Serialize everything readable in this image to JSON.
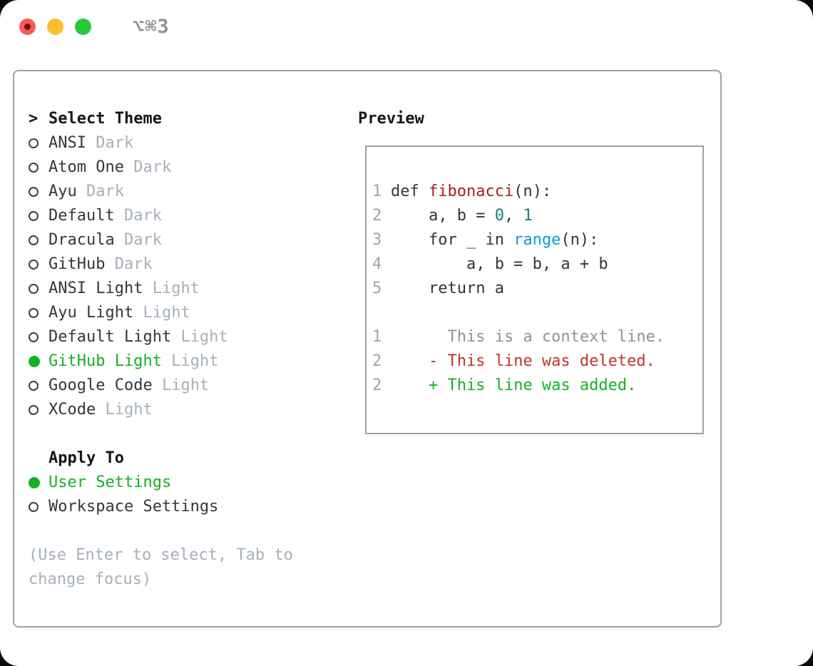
{
  "colors": {
    "panel_border": "#99a3ad",
    "header_text": "#14181c",
    "item_text": "#32383e",
    "tag_text": "#a6b0bb",
    "selected_green": "#12b321",
    "hint_text": "#a6b0bb",
    "line_number": "#9aa5b1",
    "code_plain": "#2f363d",
    "code_function": "#a61f1f",
    "code_number": "#157e80",
    "code_builtin": "#0b9bd6",
    "diff_context": "#8b949c",
    "diff_deleted": "#c03528",
    "diff_added": "#12b321",
    "traffic_red": "#f75b52",
    "traffic_red_dot": "#750d08",
    "traffic_yellow": "#fdbd2e",
    "traffic_green": "#28c73c",
    "shortcut_text": "#8e9298",
    "radio_outline": "#3a4046"
  },
  "titlebar": {
    "shortcut": "⌥⌘3"
  },
  "theme_list": {
    "prompt": ">",
    "title": "Select Theme",
    "items": [
      {
        "name": "ANSI",
        "tag": "Dark",
        "selected": false
      },
      {
        "name": "Atom One",
        "tag": "Dark",
        "selected": false
      },
      {
        "name": "Ayu",
        "tag": "Dark",
        "selected": false
      },
      {
        "name": "Default",
        "tag": "Dark",
        "selected": false
      },
      {
        "name": "Dracula",
        "tag": "Dark",
        "selected": false
      },
      {
        "name": "GitHub",
        "tag": "Dark",
        "selected": false
      },
      {
        "name": "ANSI Light",
        "tag": "Light",
        "selected": false
      },
      {
        "name": "Ayu Light",
        "tag": "Light",
        "selected": false
      },
      {
        "name": "Default Light",
        "tag": "Light",
        "selected": false
      },
      {
        "name": "GitHub Light",
        "tag": "Light",
        "selected": true
      },
      {
        "name": "Google Code",
        "tag": "Light",
        "selected": false
      },
      {
        "name": "XCode",
        "tag": "Light",
        "selected": false
      }
    ]
  },
  "apply_to": {
    "title": "Apply To",
    "items": [
      {
        "label": "User Settings",
        "selected": true
      },
      {
        "label": "Workspace Settings",
        "selected": false
      }
    ]
  },
  "hint": "(Use Enter to select, Tab to change focus)",
  "preview": {
    "title": "Preview",
    "lines": [
      {
        "num": "1",
        "segments": [
          {
            "text": "def ",
            "style": "plain"
          },
          {
            "text": "fibonacci",
            "style": "function"
          },
          {
            "text": "(n):",
            "style": "plain"
          }
        ]
      },
      {
        "num": "2",
        "segments": [
          {
            "text": "    a, b = ",
            "style": "plain"
          },
          {
            "text": "0",
            "style": "number"
          },
          {
            "text": ", ",
            "style": "plain"
          },
          {
            "text": "1",
            "style": "number"
          }
        ]
      },
      {
        "num": "3",
        "segments": [
          {
            "text": "    for _ in ",
            "style": "plain"
          },
          {
            "text": "range",
            "style": "builtin"
          },
          {
            "text": "(n):",
            "style": "plain"
          }
        ]
      },
      {
        "num": "4",
        "segments": [
          {
            "text": "        a, b = b, a + b",
            "style": "plain"
          }
        ]
      },
      {
        "num": "5",
        "segments": [
          {
            "text": "    return a",
            "style": "plain"
          }
        ]
      },
      {
        "num": "",
        "segments": []
      },
      {
        "num": "1",
        "segments": [
          {
            "text": "      This is a context line.",
            "style": "context"
          }
        ]
      },
      {
        "num": "2",
        "segments": [
          {
            "text": "    - This line was deleted.",
            "style": "deleted"
          }
        ]
      },
      {
        "num": "2",
        "segments": [
          {
            "text": "    + This line was added.",
            "style": "added"
          }
        ]
      }
    ]
  }
}
